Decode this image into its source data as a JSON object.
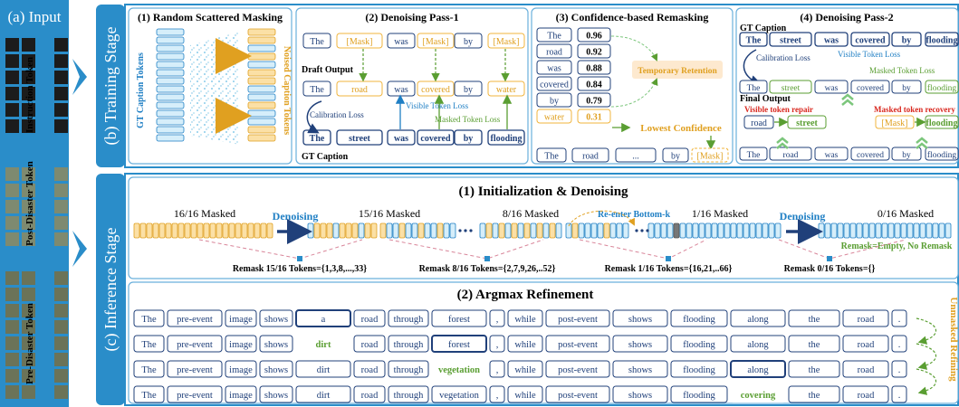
{
  "input": {
    "title": "(a) Input",
    "labels": [
      "Instruction Token",
      "Post-Disaster Token",
      "Pre-Disaster Token"
    ]
  },
  "training": {
    "stage_label": "(b) Training Stage",
    "panel1": {
      "title": "(1) Random Scattered Masking",
      "left_label": "GT Caption Tokens",
      "right_label": "Noised Caption Tokens"
    },
    "panel2": {
      "title": "(2) Denoising Pass-1",
      "row1": [
        "The",
        "[Mask]",
        "was",
        "[Mask]",
        "by",
        "[Mask]"
      ],
      "draft_label": "Draft Output",
      "row2": [
        "The",
        "road",
        "was",
        "covered",
        "by",
        "water"
      ],
      "calibration": "Calibration Loss",
      "visible_loss": "Visible Token Loss",
      "masked_loss": "Masked Token Loss",
      "row3": [
        "The",
        "street",
        "was",
        "covered",
        "by",
        "flooding"
      ],
      "gt_label": "GT Caption"
    },
    "panel3": {
      "title": "(3) Confidence-based Remasking",
      "words": [
        "The",
        "road",
        "was",
        "covered",
        "by",
        "water"
      ],
      "scores": [
        "0.96",
        "0.92",
        "0.88",
        "0.84",
        "0.79",
        "0.31"
      ],
      "retention": "Temporary Retention",
      "lowest": "Lowest Confidence",
      "row_bottom": [
        "The",
        "road",
        "...",
        "by",
        "[Mask]"
      ]
    },
    "panel4": {
      "title": "(4) Denoising Pass-2",
      "gt_label": "GT Caption",
      "row1": [
        "The",
        "street",
        "was",
        "covered",
        "by",
        "flooding"
      ],
      "calibration": "Calibration Loss",
      "visible_loss": "Visible Token Loss",
      "masked_loss": "Masked Token Loss",
      "row2": [
        "The",
        "street",
        "was",
        "covered",
        "by",
        "flooding"
      ],
      "final_label": "Final Output",
      "repair_label": "Visible token repair",
      "recover_label": "Masked token recovery",
      "repair_from": "road",
      "repair_to": "street",
      "recover_from": "[Mask]",
      "recover_to": "flooding",
      "row3": [
        "The",
        "road",
        "was",
        "covered",
        "by",
        "flooding"
      ]
    }
  },
  "inference": {
    "stage_label": "(c) Inference Stage",
    "part1": {
      "title": "(1) Initialization & Denoising",
      "counts": [
        "16/16 Masked",
        "15/16 Masked",
        "8/16 Masked",
        "1/16 Masked",
        "0/16 Masked"
      ],
      "denoising": "Denoising",
      "reenter": "Re-enter Bottom-k",
      "remask_empty": "Remask=Empty, No Remask",
      "remasks": [
        "Remask 15/16 Tokens={1,3,8,...,33}",
        "Remask 8/16 Tokens={2,7,9,26,..52}",
        "Remask 1/16 Tokens={16,21,..66}",
        "Remask 0/16 Tokens={}"
      ]
    },
    "part2": {
      "title": "(2) Argmax Refinement",
      "side_label": "Unmasked Refining",
      "rows": [
        [
          "The",
          "pre-event",
          "image",
          "shows",
          "a",
          "road",
          "through",
          "forest",
          ",",
          "while",
          "post-event",
          "shows",
          "flooding",
          "along",
          "the",
          "road",
          "."
        ],
        [
          "The",
          "pre-event",
          "image",
          "shows",
          "dirt",
          "road",
          "through",
          "forest",
          ",",
          "while",
          "post-event",
          "shows",
          "flooding",
          "along",
          "the",
          "road",
          "."
        ],
        [
          "The",
          "pre-event",
          "image",
          "shows",
          "dirt",
          "road",
          "through",
          "vegetation",
          ",",
          "while",
          "post-event",
          "shows",
          "flooding",
          "along",
          "the",
          "road",
          "."
        ],
        [
          "The",
          "pre-event",
          "image",
          "shows",
          "dirt",
          "road",
          "through",
          "vegetation",
          ",",
          "while",
          "post-event",
          "shows",
          "flooding",
          "covering",
          "the",
          "road",
          "."
        ]
      ]
    }
  },
  "colors": {
    "blue": "#1f7fc4",
    "dark_blue": "#20407a",
    "token_blue": "#d6eefa",
    "orange": "#f0b43c",
    "green": "#5a9e32",
    "red": "#d9281f",
    "panel_border": "#6ab0dc"
  }
}
